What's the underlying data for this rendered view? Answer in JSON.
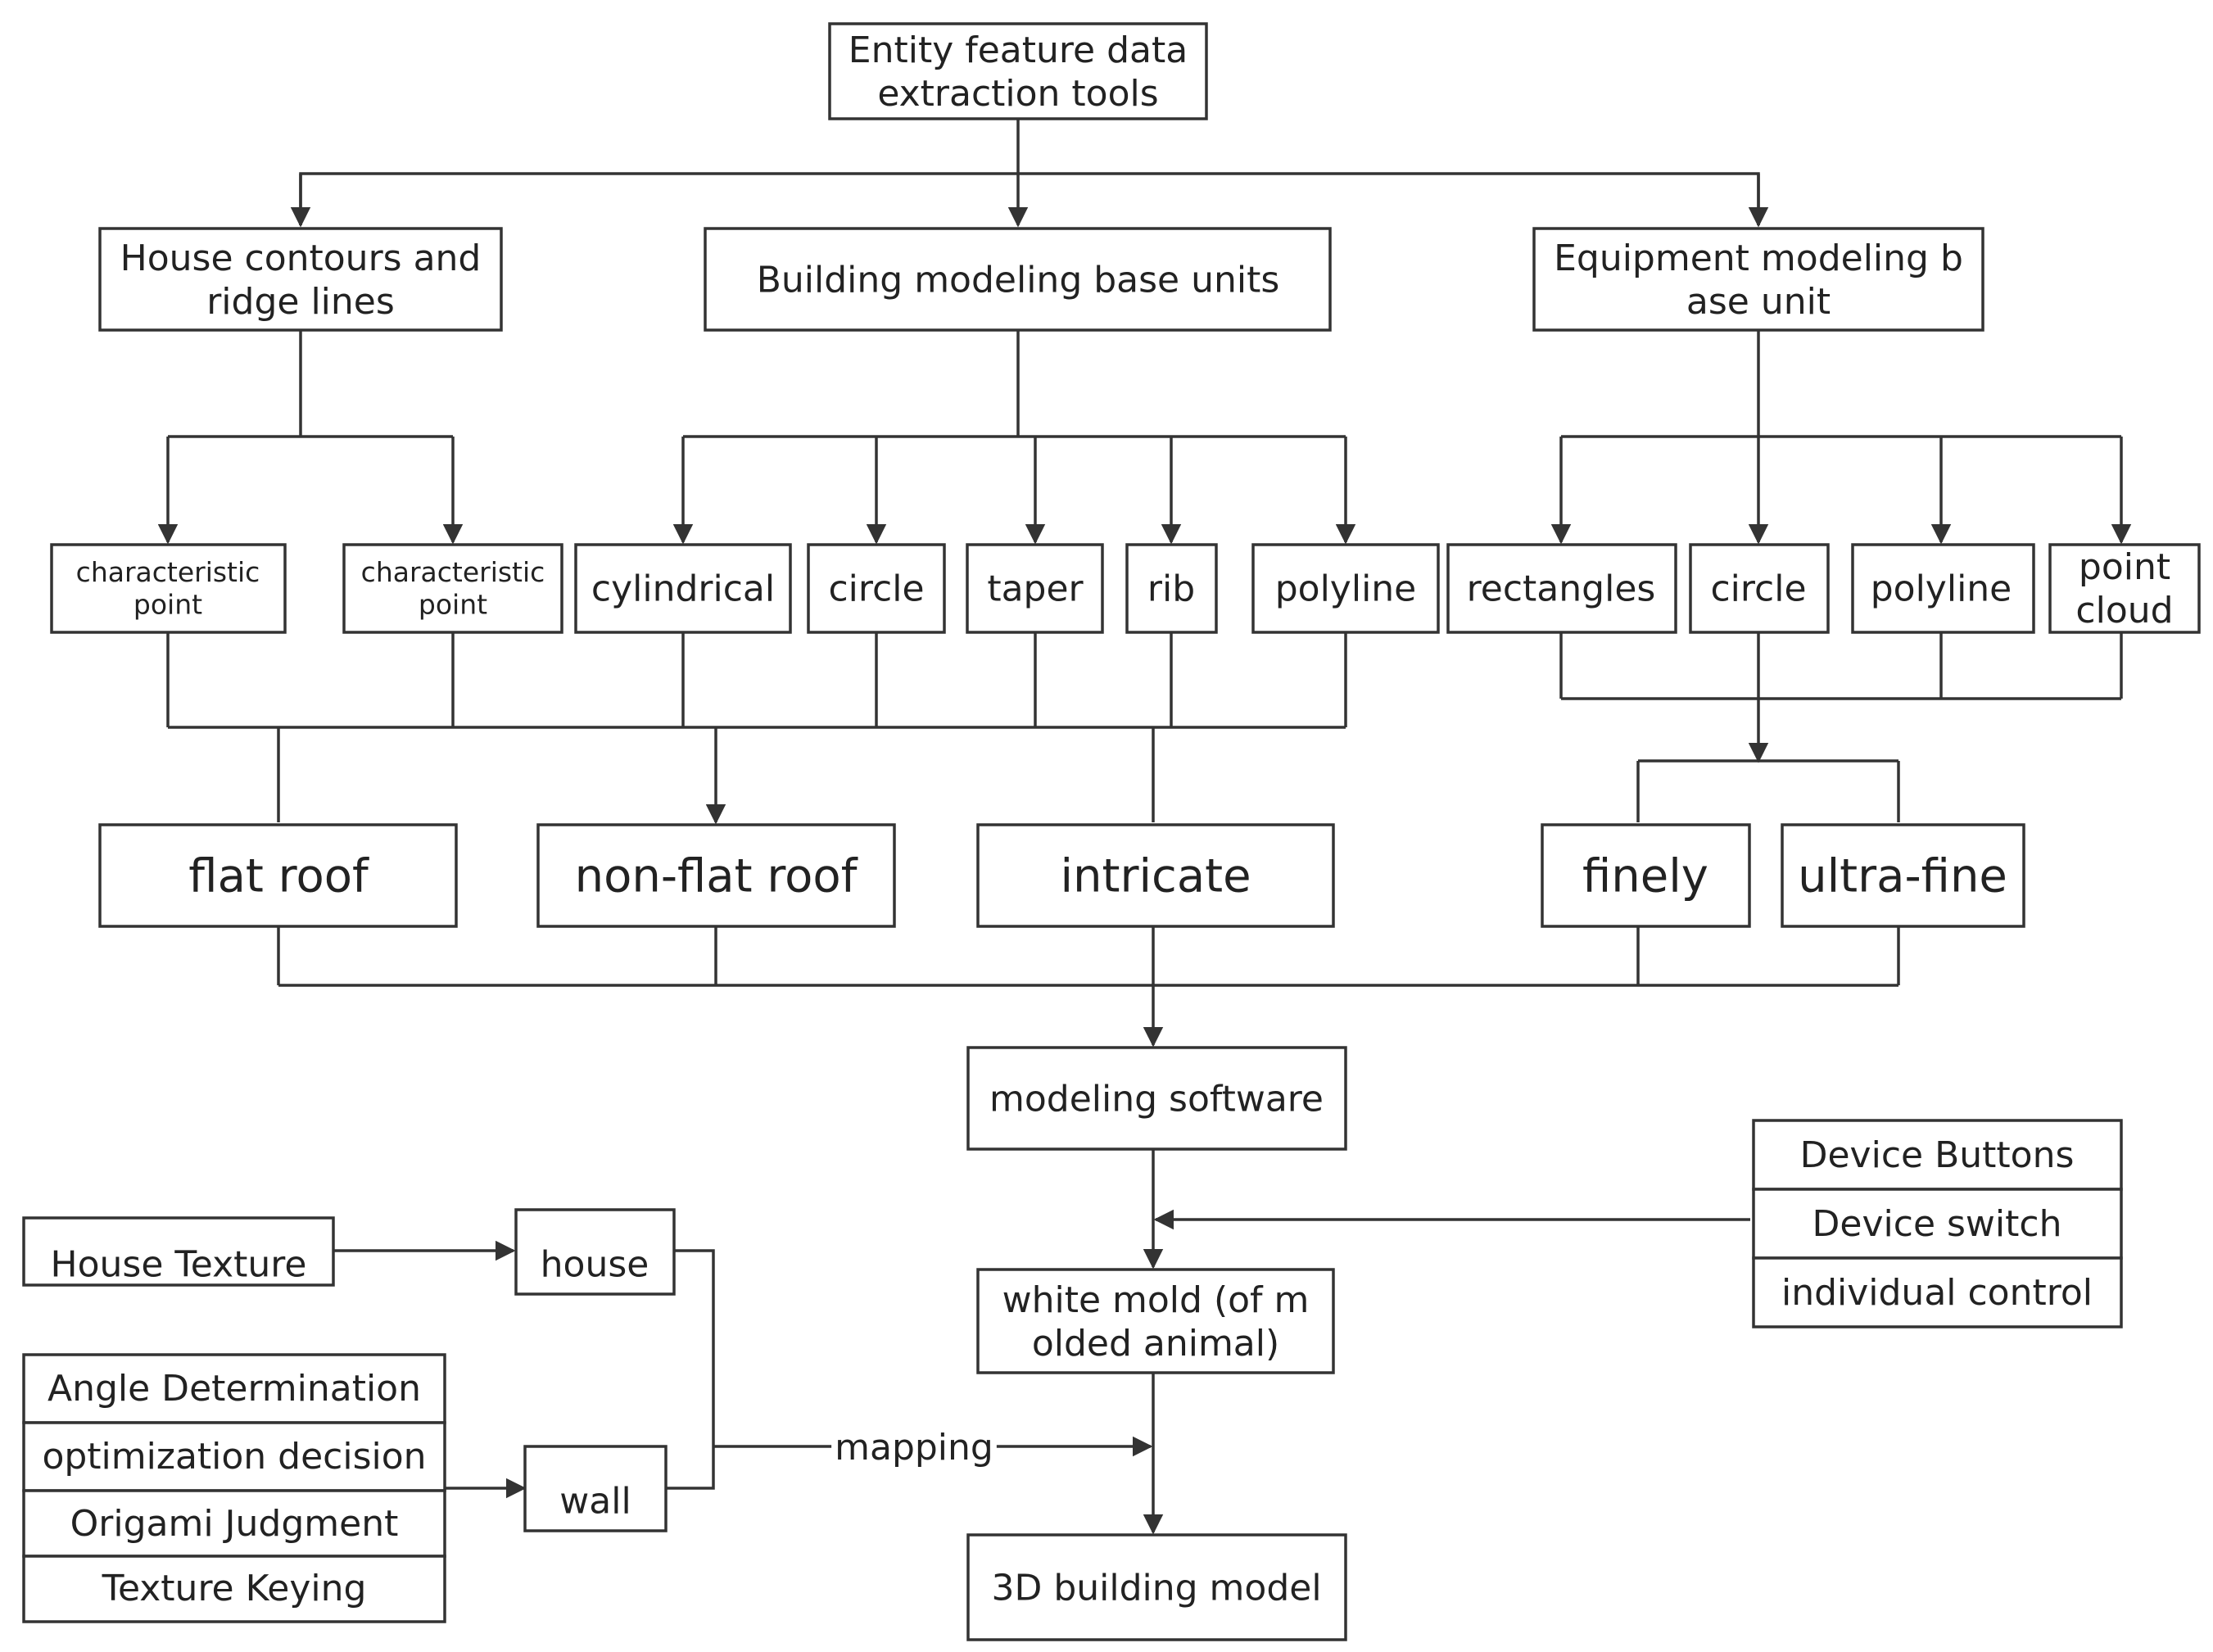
{
  "diagram": {
    "root": {
      "label_lines": [
        "Entity feature data",
        "extraction tools"
      ]
    },
    "categories": {
      "house": {
        "label_lines": [
          "House contours and",
          "ridge lines"
        ]
      },
      "building": {
        "label_lines": [
          "Building modeling base units"
        ]
      },
      "equipment": {
        "label_lines": [
          "Equipment modeling b",
          "ase unit"
        ]
      }
    },
    "leaves": {
      "char_point_1": {
        "label_lines": [
          "characteristic",
          "point"
        ]
      },
      "char_point_2": {
        "label_lines": [
          "characteristic",
          "point"
        ]
      },
      "cylindrical": {
        "label_lines": [
          "cylindrical"
        ]
      },
      "circle_b": {
        "label_lines": [
          "circle"
        ]
      },
      "taper": {
        "label_lines": [
          "taper"
        ]
      },
      "rib": {
        "label_lines": [
          "rib"
        ]
      },
      "polyline_b": {
        "label_lines": [
          "polyline"
        ]
      },
      "rectangles": {
        "label_lines": [
          "rectangles"
        ]
      },
      "circle_e": {
        "label_lines": [
          "circle"
        ]
      },
      "polyline_e": {
        "label_lines": [
          "polyline"
        ]
      },
      "point_cloud": {
        "label_lines": [
          "point",
          "cloud"
        ]
      }
    },
    "levels": {
      "flat_roof": {
        "label_lines": [
          "flat roof"
        ]
      },
      "non_flat_roof": {
        "label_lines": [
          "non-flat roof"
        ]
      },
      "intricate": {
        "label_lines": [
          "intricate"
        ]
      },
      "finely": {
        "label_lines": [
          "finely"
        ]
      },
      "ultra_fine": {
        "label_lines": [
          "ultra-fine"
        ]
      }
    },
    "modeling_software": {
      "label_lines": [
        "modeling software"
      ]
    },
    "white_mold": {
      "label_lines": [
        "white mold (of m",
        "olded animal)"
      ]
    },
    "model_3d": {
      "label_lines": [
        "3D building model"
      ]
    },
    "device_stack": [
      "Device Buttons",
      "Device switch",
      "individual control"
    ],
    "house_texture": {
      "label_lines": [
        "House Texture"
      ]
    },
    "house": {
      "label_lines": [
        "house"
      ]
    },
    "wall": {
      "label_lines": [
        "wall"
      ]
    },
    "wall_stack": [
      "Angle Determination",
      "optimization decision",
      "Origami Judgment",
      "Texture Keying"
    ],
    "mapping_label": "mapping",
    "colors": {
      "stroke": "#333333",
      "text": "#222222",
      "background": "#ffffff"
    }
  }
}
